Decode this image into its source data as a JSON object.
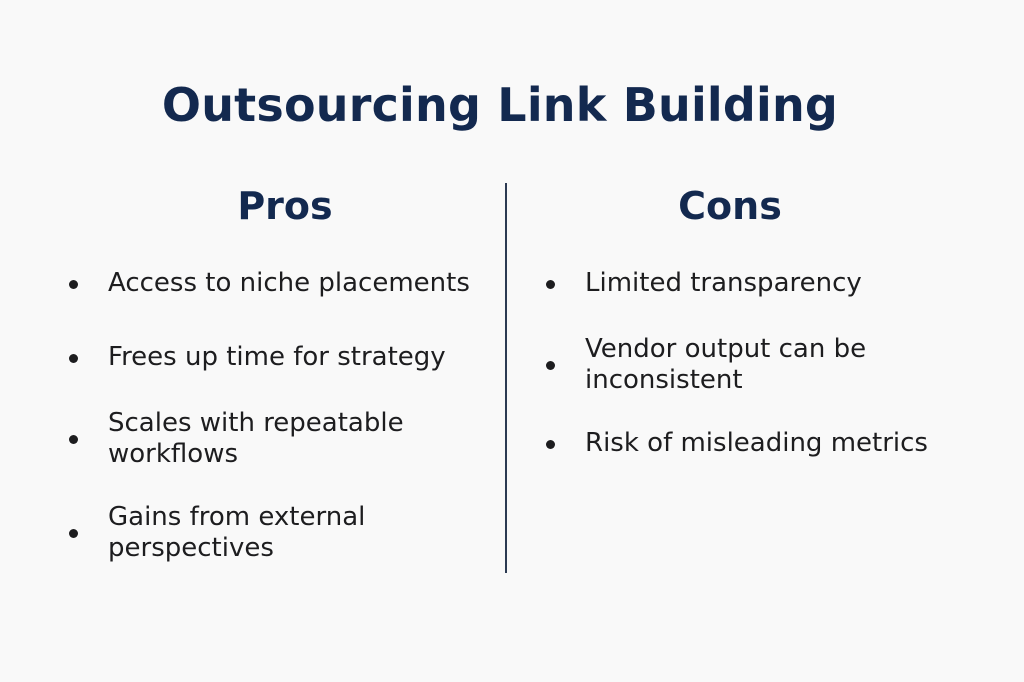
{
  "title": "Outsourcing Link Building",
  "pros": {
    "heading": "Pros",
    "items": [
      "Access to niche placements",
      "Frees up time for strategy",
      "Scales with repeatable workflows",
      "Gains from external perspectives"
    ]
  },
  "cons": {
    "heading": "Cons",
    "items": [
      "Limited transparency",
      "Vendor output can be inconsistent",
      "Risk of misleading metrics"
    ]
  },
  "colors": {
    "heading": "#13294f",
    "text": "#1d1d1f",
    "divider": "#2c3a52",
    "background": "#f9f9f9"
  }
}
